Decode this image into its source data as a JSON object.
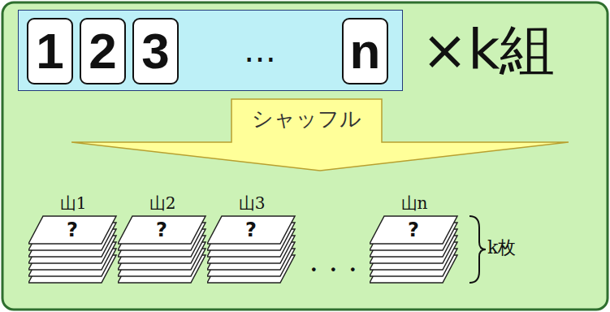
{
  "diagram": {
    "nodes": [
      {
        "text": [
          "×k組"
        ]
      },
      {
        "text": [
          "1"
        ],
        "in": 0
      },
      {
        "text": [
          "2"
        ],
        "in": 0
      },
      {
        "text": [
          "3"
        ],
        "in": 0
      },
      {
        "text": [
          "n"
        ],
        "in": 0
      },
      {
        "text": [
          "シャッフル"
        ]
      },
      {
        "text": [
          "山1",
          "?"
        ]
      },
      {
        "text": [
          "山2",
          "?"
        ]
      },
      {
        "text": [
          "山3",
          "?"
        ]
      },
      {
        "text": [
          "山n",
          "?"
        ]
      }
    ],
    "labels": [
      "…",
      "・・・",
      "k枚"
    ]
  }
}
